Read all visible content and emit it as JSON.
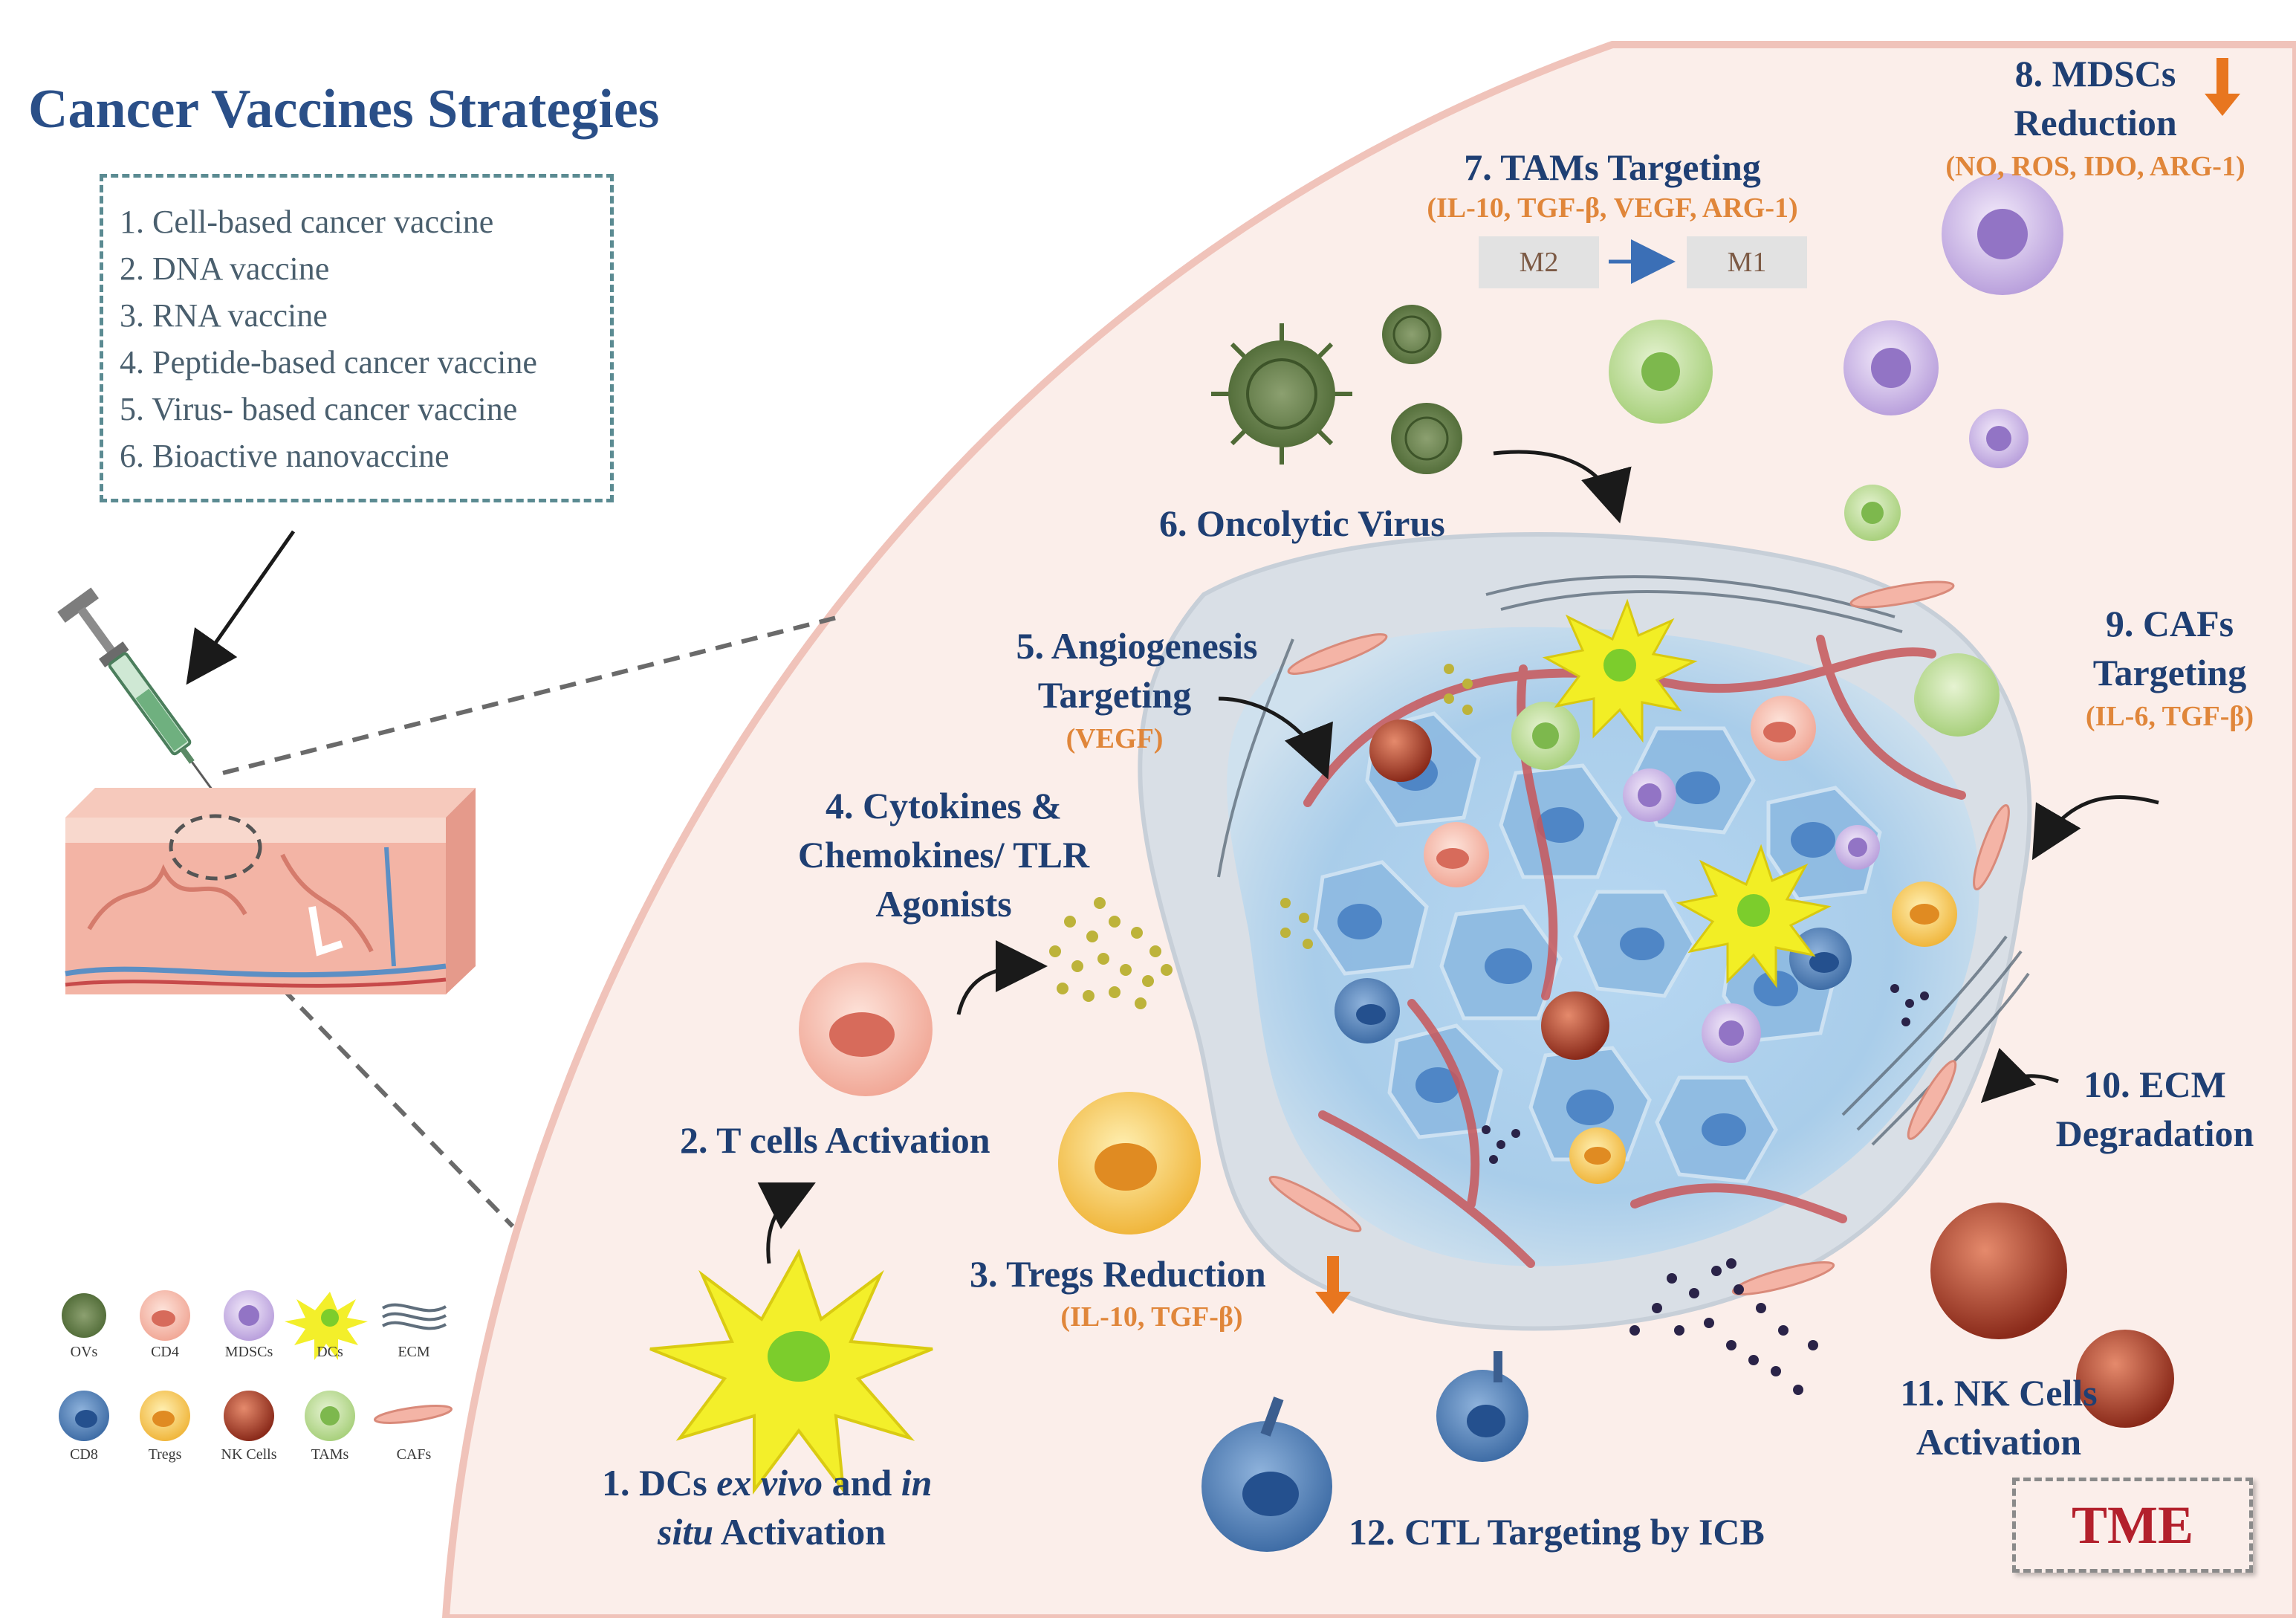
{
  "title": "Cancer Vaccines Strategies",
  "vaccine_list": [
    "1. Cell-based cancer vaccine",
    "2. DNA vaccine",
    "3. RNA vaccine",
    "4. Peptide-based cancer vaccine",
    "5. Virus- based cancer vaccine",
    "6. Bioactive nanovaccine"
  ],
  "strategies": {
    "s1_line1_a": "1. DCs ",
    "s1_line1_b": "ex vivo",
    "s1_line1_c": " and ",
    "s1_line1_d": "in",
    "s1_line2_a": "situ",
    "s1_line2_b": " Activation",
    "s2": "2. T cells Activation",
    "s3": "3. Tregs Reduction",
    "s3_sub": "(IL-10, TGF-β)",
    "s4_l1": "4. Cytokines &",
    "s4_l2": "Chemokines/ TLR",
    "s4_l3": "Agonists",
    "s5_l1": "5. Angiogenesis",
    "s5_l2": "Targeting",
    "s5_sub": "(VEGF)",
    "s6": "6. Oncolytic Virus",
    "s7": "7. TAMs Targeting",
    "s7_sub": "(IL-10, TGF-β, VEGF, ARG-1)",
    "m2": "M2",
    "m1": "M1",
    "s8_l1": "8. MDSCs",
    "s8_l2": "Reduction",
    "s8_sub": "(NO, ROS, IDO, ARG-1)",
    "s9_l1": "9. CAFs",
    "s9_l2": "Targeting",
    "s9_sub": "(IL-6, TGF-β)",
    "s10_l1": "10. ECM",
    "s10_l2": "Degradation",
    "s11_l1": "11. NK Cells",
    "s11_l2": "Activation",
    "s12": "12. CTL Targeting by ICB"
  },
  "tme_label": "TME",
  "legend": [
    {
      "label": "OVs",
      "icon": "virus"
    },
    {
      "label": "CD4",
      "icon": "cd4-cell"
    },
    {
      "label": "MDSCs",
      "icon": "mdsc-cell"
    },
    {
      "label": "DCs",
      "icon": "dendritic-cell"
    },
    {
      "label": "ECM",
      "icon": "ecm-fibers"
    },
    {
      "label": "CD8",
      "icon": "cd8-cell"
    },
    {
      "label": "Tregs",
      "icon": "treg-cell"
    },
    {
      "label": "NK Cells",
      "icon": "nk-cell"
    },
    {
      "label": "TAMs",
      "icon": "tam-cell"
    },
    {
      "label": "CAFs",
      "icon": "caf-cell"
    }
  ],
  "colors": {
    "title_blue": "#2a4f88",
    "label_blue": "#1f3f73",
    "sub_orange": "#e0863a",
    "tme_red": "#b3202c",
    "tme_bg": "#fbeeea",
    "tumor_blue": "#9cc6e8"
  }
}
